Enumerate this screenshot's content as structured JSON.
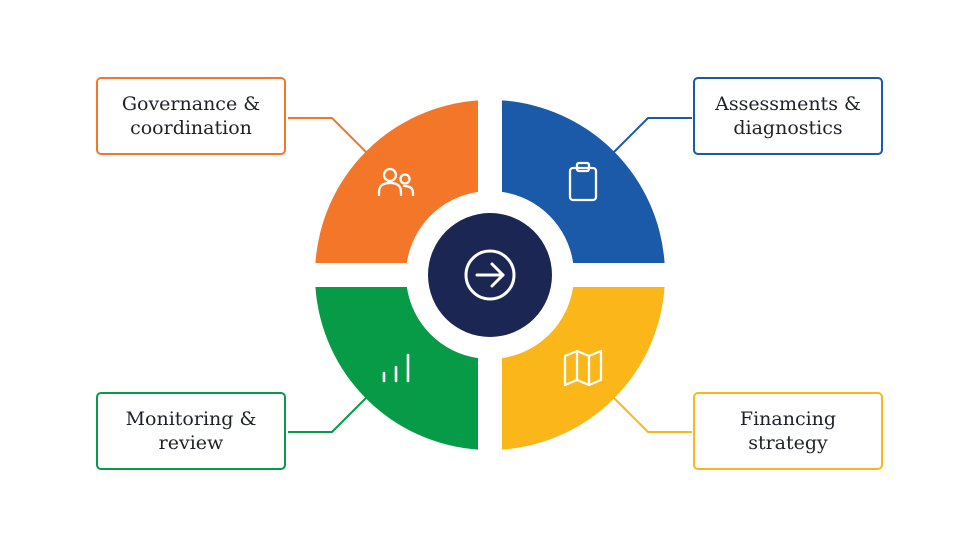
{
  "colors": {
    "governance": "#f47729",
    "assessments": "#1a5aa8",
    "monitoring": "#079b47",
    "financing": "#fbb61a",
    "center": "#1c2653",
    "icon": "#ffffff"
  },
  "segments": [
    {
      "key": "governance",
      "label": "Governance &\ncoordination",
      "icon": "users-icon"
    },
    {
      "key": "assessments",
      "label": "Assessments &\ndiagnostics",
      "icon": "clipboard-icon"
    },
    {
      "key": "monitoring",
      "label": "Monitoring &\nreview",
      "icon": "bar-chart-icon"
    },
    {
      "key": "financing",
      "label": "Financing\nstrategy",
      "icon": "map-icon"
    }
  ],
  "center": {
    "icon": "arrow-right-circle-icon"
  }
}
